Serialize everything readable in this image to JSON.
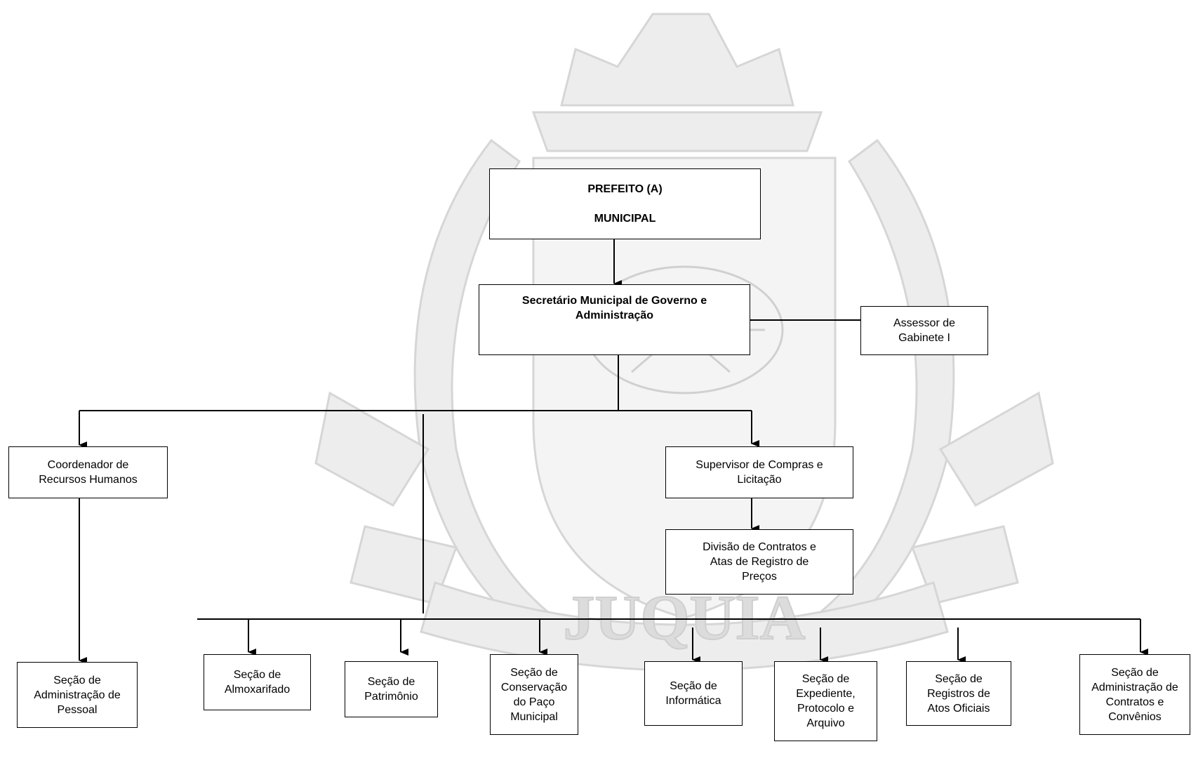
{
  "watermark": {
    "text": "JUQUIÁ",
    "color": "#d9d9d9"
  },
  "nodes": {
    "prefeito": "PREFEITO (A)\n\nMUNICIPAL",
    "secretario": "Secretário Municipal de Governo e Administração",
    "assessor": "Assessor de Gabinete I",
    "coordenador_rh": "Coordenador de Recursos Humanos",
    "supervisor_compras": "Supervisor de Compras e Licitação",
    "divisao_contratos": "Divisão de Contratos e Atas de Registro de Preços",
    "secao_pessoal": "Seção de Administração de Pessoal",
    "secao_almoxarifado": "Seção de Almoxarifado",
    "secao_patrimonio": "Seção de Patrimônio",
    "secao_conservacao": "Seção de Conservação do Paço Municipal",
    "secao_informatica": "Seção de Informática",
    "secao_expediente": "Seção de Expediente, Protocolo e Arquivo",
    "secao_registros": "Seção de Registros de Atos Oficiais",
    "secao_convenios": "Seção de Administração de Contratos e Convênios"
  }
}
